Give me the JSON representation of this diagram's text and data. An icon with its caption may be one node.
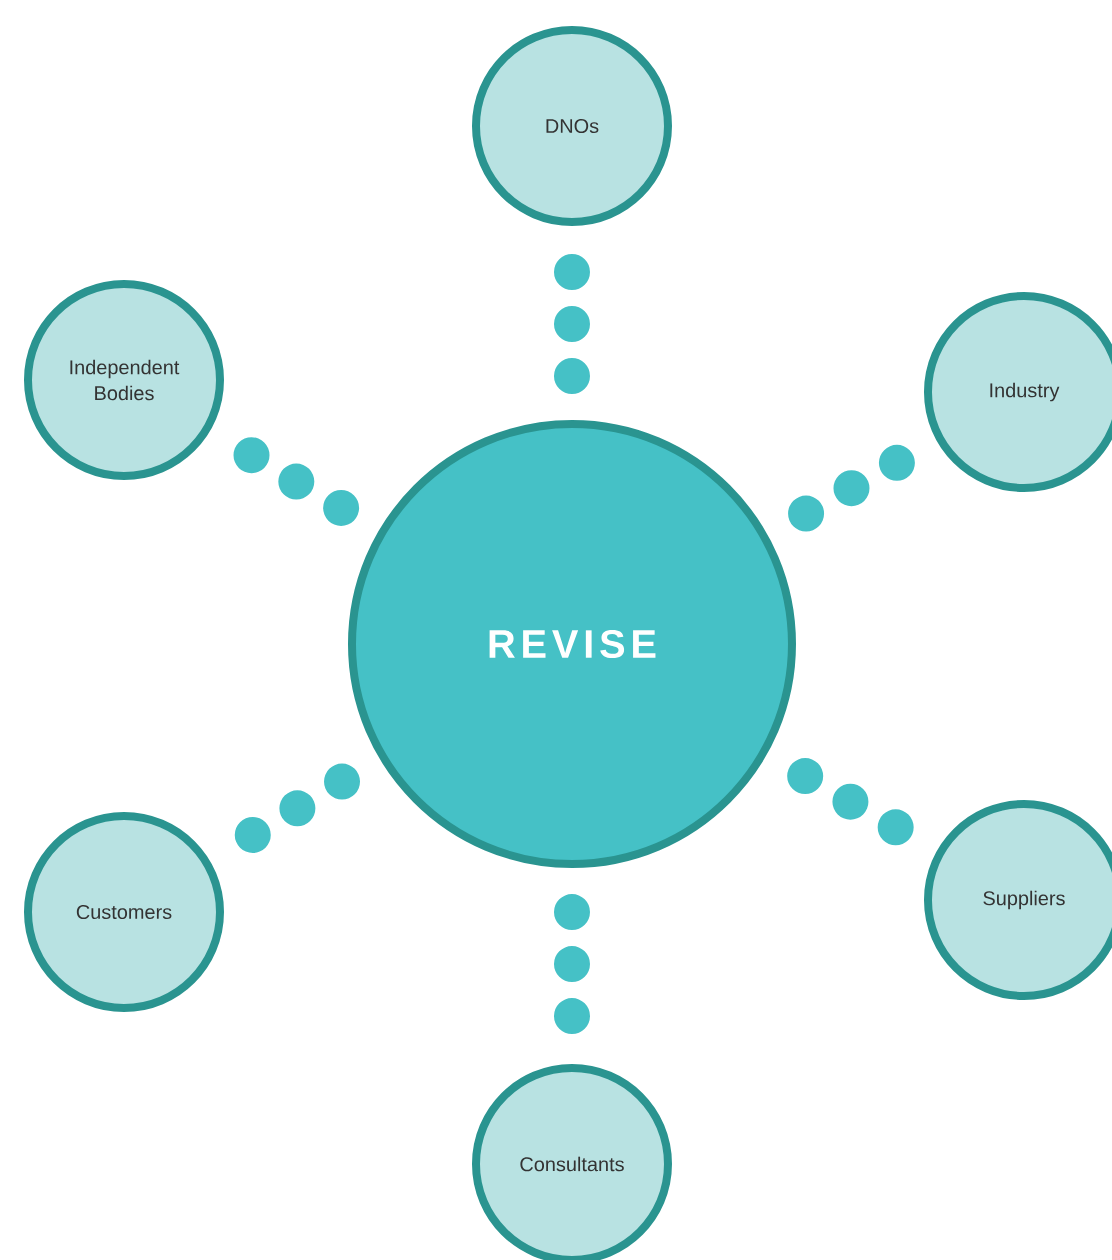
{
  "diagram": {
    "nodes": [
      {
        "text": [
          "DNOs"
        ]
      },
      {
        "text": [
          "Independent Bodies"
        ]
      },
      {
        "text": [
          "Industry"
        ]
      },
      {
        "text": [
          "REVISE"
        ]
      },
      {
        "text": [
          "Customers"
        ]
      },
      {
        "text": [
          "Suppliers"
        ]
      },
      {
        "text": [
          "Consultants"
        ]
      }
    ],
    "edges": [
      {
        "from": 3,
        "to": 0,
        "arrow": "none"
      },
      {
        "from": 3,
        "to": 1,
        "arrow": "none"
      },
      {
        "from": 3,
        "to": 2,
        "arrow": "none"
      },
      {
        "from": 3,
        "to": 4,
        "arrow": "none"
      },
      {
        "from": 3,
        "to": 5,
        "arrow": "none"
      },
      {
        "from": 3,
        "to": 6,
        "arrow": "none"
      }
    ]
  }
}
